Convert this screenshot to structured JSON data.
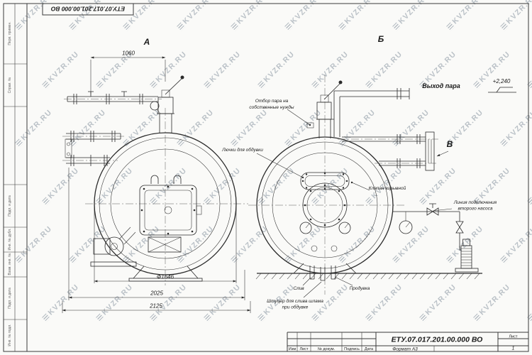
{
  "watermark": {
    "text": "KVZR.RU"
  },
  "doc": {
    "number": "ЕТУ.07.017.201.00.000  ВО",
    "format_label": "Формат А3",
    "sheet_label": "Лист",
    "sheet_value": "1"
  },
  "stamp": {
    "col_izm": "Изм",
    "col_list": "Лист",
    "col_doc": "№ докум.",
    "col_sign": "Подпись",
    "col_date": "Дата"
  },
  "frame": {
    "side_labels": [
      "Перв. примен.",
      "Справ. №",
      "Подп. и дата",
      "Инв. № дубл.",
      "Взам. инв. №",
      "Подп. и дата",
      "Инв. № подл."
    ]
  },
  "views": {
    "a": "А",
    "b": "Б",
    "v": "В"
  },
  "dims": {
    "d1060": "1060",
    "dia": "Ф1646",
    "d2025": "2025",
    "d2125": "2125"
  },
  "ann": {
    "steam_out": "Выход пара",
    "elev": "+2,240",
    "own1": "Отбор пара на",
    "own2": "собственные нужды",
    "hatches": "Лючки для обдувки",
    "expl": "Клапан взрывной",
    "pump1": "Линия подключения",
    "pump2": "второго насоса",
    "drain": "Слив",
    "blowdown": "Продувка",
    "sludge1": "Штуцер для слива шлама",
    "sludge2": "при обдувке"
  }
}
